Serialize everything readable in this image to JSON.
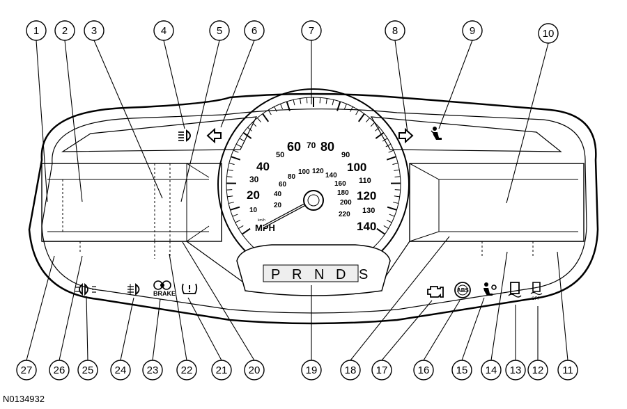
{
  "figure_id": "N0134932",
  "callouts": [
    "1",
    "2",
    "3",
    "4",
    "5",
    "6",
    "7",
    "8",
    "9",
    "10",
    "11",
    "12",
    "13",
    "14",
    "15",
    "16",
    "17",
    "18",
    "19",
    "20",
    "21",
    "22",
    "23",
    "24",
    "25",
    "26",
    "27"
  ],
  "speedometer": {
    "labels": [
      "10",
      "20",
      "30",
      "40",
      "50",
      "60",
      "70",
      "80",
      "90",
      "100",
      "110",
      "120",
      "130",
      "140"
    ],
    "inner_labels": [
      "20",
      "40",
      "60",
      "80",
      "100",
      "120",
      "140",
      "160",
      "180",
      "200",
      "220"
    ],
    "unit_label": "MPH",
    "inner_unit": "km/h"
  },
  "gear_selector": {
    "gears": [
      "P",
      "R",
      "N",
      "D",
      "S"
    ]
  },
  "icons": {
    "left_bar": [
      "fog-lamp-icon",
      "rear-fog-lamp-icon",
      "brake-warning-icon",
      "tire-pressure-icon"
    ],
    "brake_label": "BRAKE",
    "right_bar": [
      "check-engine-icon",
      "abs-icon",
      "airbag-icon",
      "traction-control-icon",
      "traction-control-off-icon"
    ],
    "abs_label": "ABS",
    "off_label": "OFF"
  }
}
